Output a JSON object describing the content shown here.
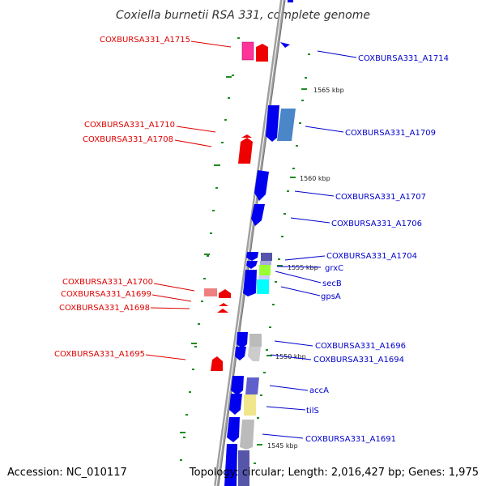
{
  "title": "Coxiella burnetii RSA 331, complete genome",
  "footer": {
    "accession": "Accession: NC_010117",
    "summary": "Topology: circular; Length: 2,016,427 bp; Genes: 1,975"
  },
  "scale_labels": [
    "1565 kbp",
    "1560 kbp",
    "1555 kbp",
    "1550 kbp",
    "1545 kbp"
  ],
  "colors": {
    "left_label": "#dd0000",
    "right_label": "#0000cc",
    "ticks": "#228b22",
    "backbone": "#a0a0a0"
  },
  "left_labels": [
    "COXBURSA331_A1715",
    "COXBURSA331_A1710",
    "COXBURSA331_A1708",
    "COXBURSA331_A1700",
    "COXBURSA331_A1699",
    "COXBURSA331_A1698",
    "COXBURSA331_A1695"
  ],
  "right_labels": [
    "COXBURSA331_A1714",
    "COXBURSA331_A1709",
    "COXBURSA331_A1707",
    "COXBURSA331_A1706",
    "COXBURSA331_A1704",
    "grxC",
    "secB",
    "gpsA",
    "COXBURSA331_A1696",
    "COXBURSA331_A1694",
    "accA",
    "tilS",
    "COXBURSA331_A1691"
  ]
}
